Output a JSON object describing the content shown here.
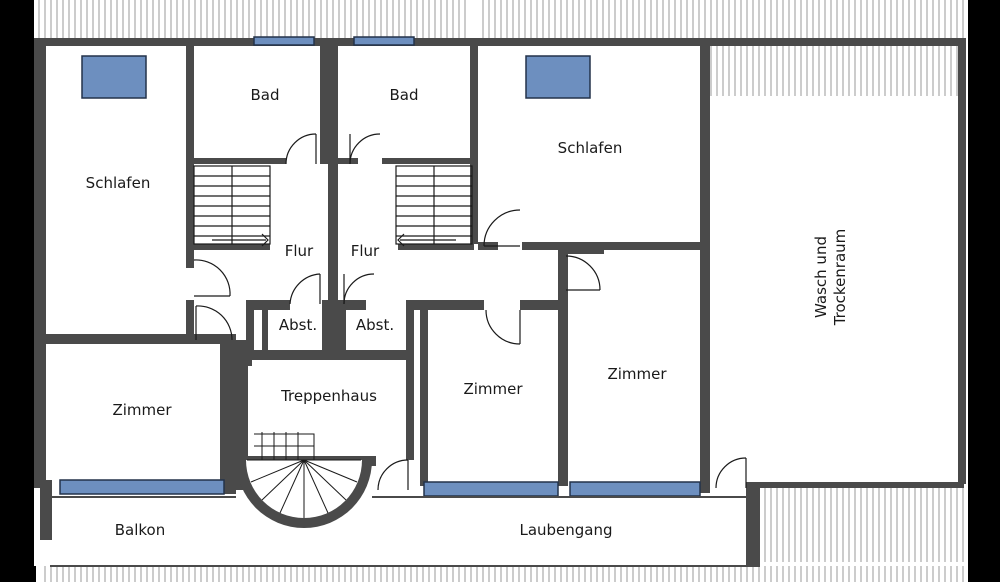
{
  "rooms": {
    "schlafen_left": "Schlafen",
    "bad_left": "Bad",
    "bad_right": "Bad",
    "schlafen_right": "Schlafen",
    "flur_left": "Flur",
    "flur_right": "Flur",
    "abst_left": "Abst.",
    "abst_right": "Abst.",
    "zimmer_left": "Zimmer",
    "treppenhaus": "Treppenhaus",
    "zimmer_middle": "Zimmer",
    "zimmer_right": "Zimmer",
    "balkon": "Balkon",
    "laubengang": "Laubengang",
    "wasch_line1": "Wasch und",
    "wasch_line2": "Trockenraum"
  },
  "colors": {
    "wall": "#4a4a4a",
    "floor": "#ffffff",
    "window": "#6d8fbf",
    "window_edge": "#23324a",
    "frame": "#000000"
  }
}
